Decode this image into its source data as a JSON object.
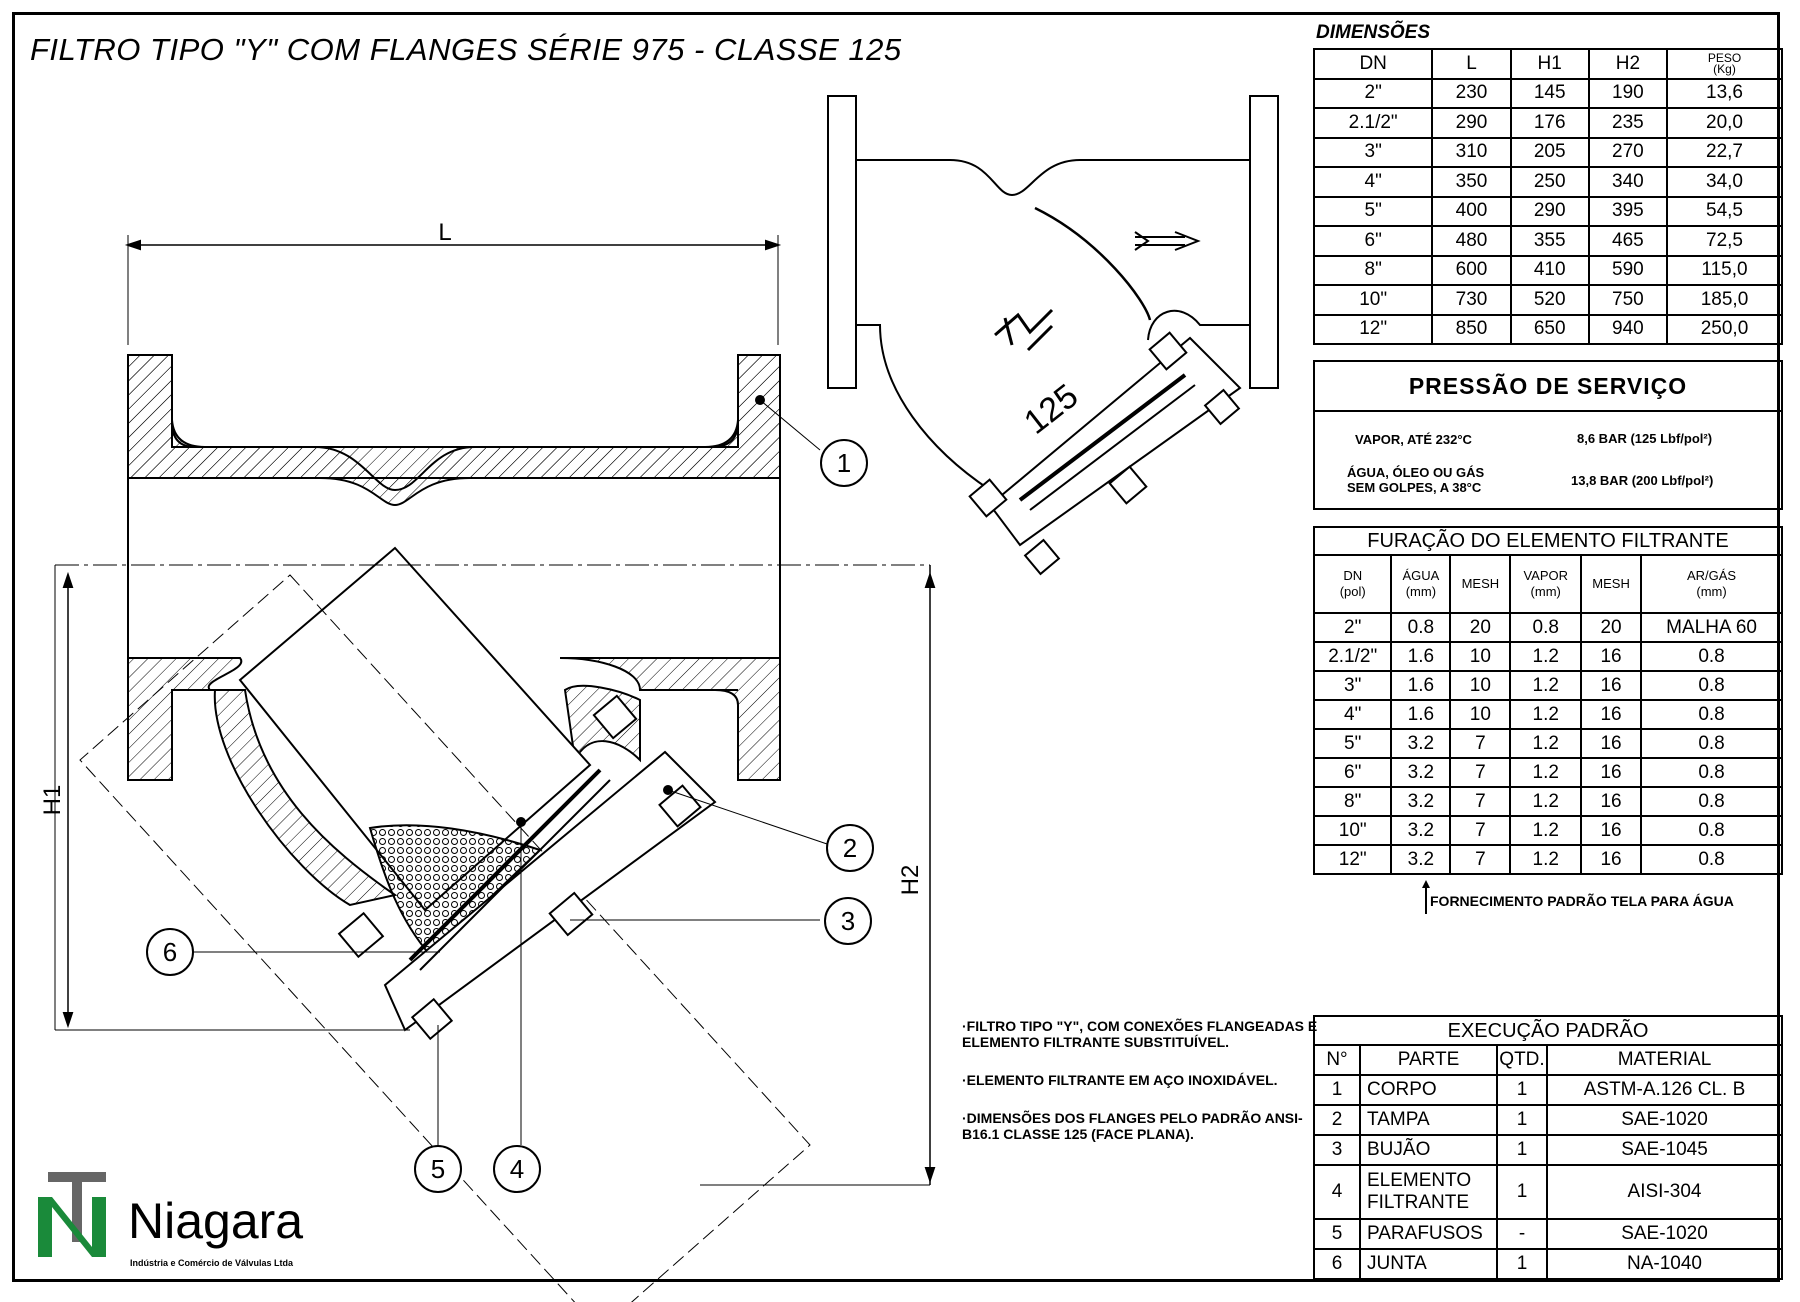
{
  "title": "FILTRO TIPO \"Y\" COM FLANGES SÉRIE 975 - CLASSE 125",
  "drawing": {
    "dim_l": "L",
    "dim_h1": "H1",
    "dim_h2": "H2",
    "body_marking": "125",
    "callouts": [
      "1",
      "2",
      "3",
      "4",
      "5",
      "6"
    ]
  },
  "dimensions": {
    "caption": "DIMENSÕES",
    "headers": [
      "DN",
      "L",
      "H1",
      "H2",
      "PESO",
      "(Kg)"
    ],
    "rows": [
      [
        "2\"",
        "230",
        "145",
        "190",
        "13,6"
      ],
      [
        "2.1/2\"",
        "290",
        "176",
        "235",
        "20,0"
      ],
      [
        "3\"",
        "310",
        "205",
        "270",
        "22,7"
      ],
      [
        "4\"",
        "350",
        "250",
        "340",
        "34,0"
      ],
      [
        "5\"",
        "400",
        "290",
        "395",
        "54,5"
      ],
      [
        "6\"",
        "480",
        "355",
        "465",
        "72,5"
      ],
      [
        "8\"",
        "600",
        "410",
        "590",
        "115,0"
      ],
      [
        "10\"",
        "730",
        "520",
        "750",
        "185,0"
      ],
      [
        "12\"",
        "850",
        "650",
        "940",
        "250,0"
      ]
    ]
  },
  "pressure": {
    "title": "PRESSÃO DE SERVIÇO",
    "rows": [
      {
        "medium": "VAPOR, ATÉ 232°C",
        "value": "8,6 BAR (125 Lbf/pol²)"
      },
      {
        "medium": "ÁGUA, ÓLEO OU GÁS",
        "medium2": "SEM GOLPES, A 38°C",
        "value": "13,8 BAR (200 Lbf/pol²)"
      }
    ]
  },
  "filter": {
    "caption": "FURAÇÃO DO ELEMENTO FILTRANTE",
    "headers": [
      [
        "DN",
        "(pol)"
      ],
      [
        "ÁGUA",
        "(mm)"
      ],
      [
        "MESH",
        ""
      ],
      [
        "VAPOR",
        "(mm)"
      ],
      [
        "MESH",
        ""
      ],
      [
        "AR/GÁS",
        "(mm)"
      ]
    ],
    "rows": [
      [
        "2\"",
        "0.8",
        "20",
        "0.8",
        "20",
        "MALHA 60"
      ],
      [
        "2.1/2\"",
        "1.6",
        "10",
        "1.2",
        "16",
        "0.8"
      ],
      [
        "3\"",
        "1.6",
        "10",
        "1.2",
        "16",
        "0.8"
      ],
      [
        "4\"",
        "1.6",
        "10",
        "1.2",
        "16",
        "0.8"
      ],
      [
        "5\"",
        "3.2",
        "7",
        "1.2",
        "16",
        "0.8"
      ],
      [
        "6\"",
        "3.2",
        "7",
        "1.2",
        "16",
        "0.8"
      ],
      [
        "8\"",
        "3.2",
        "7",
        "1.2",
        "16",
        "0.8"
      ],
      [
        "10\"",
        "3.2",
        "7",
        "1.2",
        "16",
        "0.8"
      ],
      [
        "12\"",
        "3.2",
        "7",
        "1.2",
        "16",
        "0.8"
      ]
    ],
    "note": "FORNECIMENTO PADRÃO TELA PARA ÁGUA"
  },
  "notes": [
    "·FILTRO TIPO \"Y\", COM CONEXÕES FLANGEADAS E ELEMENTO FILTRANTE SUBSTITUÍVEL.",
    "·ELEMENTO FILTRANTE EM AÇO INOXIDÁVEL.",
    "·DIMENSÕES DOS FLANGES PELO PADRÃO ANSI-B16.1 CLASSE 125 (FACE PLANA)."
  ],
  "execution": {
    "caption": "EXECUÇÃO PADRÃO",
    "headers": [
      "N°",
      "PARTE",
      "QTD.",
      "MATERIAL"
    ],
    "rows": [
      [
        "1",
        "CORPO",
        "1",
        "ASTM-A.126 CL. B"
      ],
      [
        "2",
        "TAMPA",
        "1",
        "SAE-1020"
      ],
      [
        "3",
        "BUJÃO",
        "1",
        "SAE-1045"
      ],
      [
        "4",
        "ELEMENTO FILTRANTE",
        "1",
        "AISI-304"
      ],
      [
        "5",
        "PARAFUSOS",
        "-",
        "SAE-1020"
      ],
      [
        "6",
        "JUNTA",
        "1",
        "NA-1040"
      ]
    ]
  },
  "brand": {
    "name": "Niagara",
    "subtitle": "Indústria e Comércio de Válvulas Ltda",
    "green": "#1a8a3a"
  }
}
